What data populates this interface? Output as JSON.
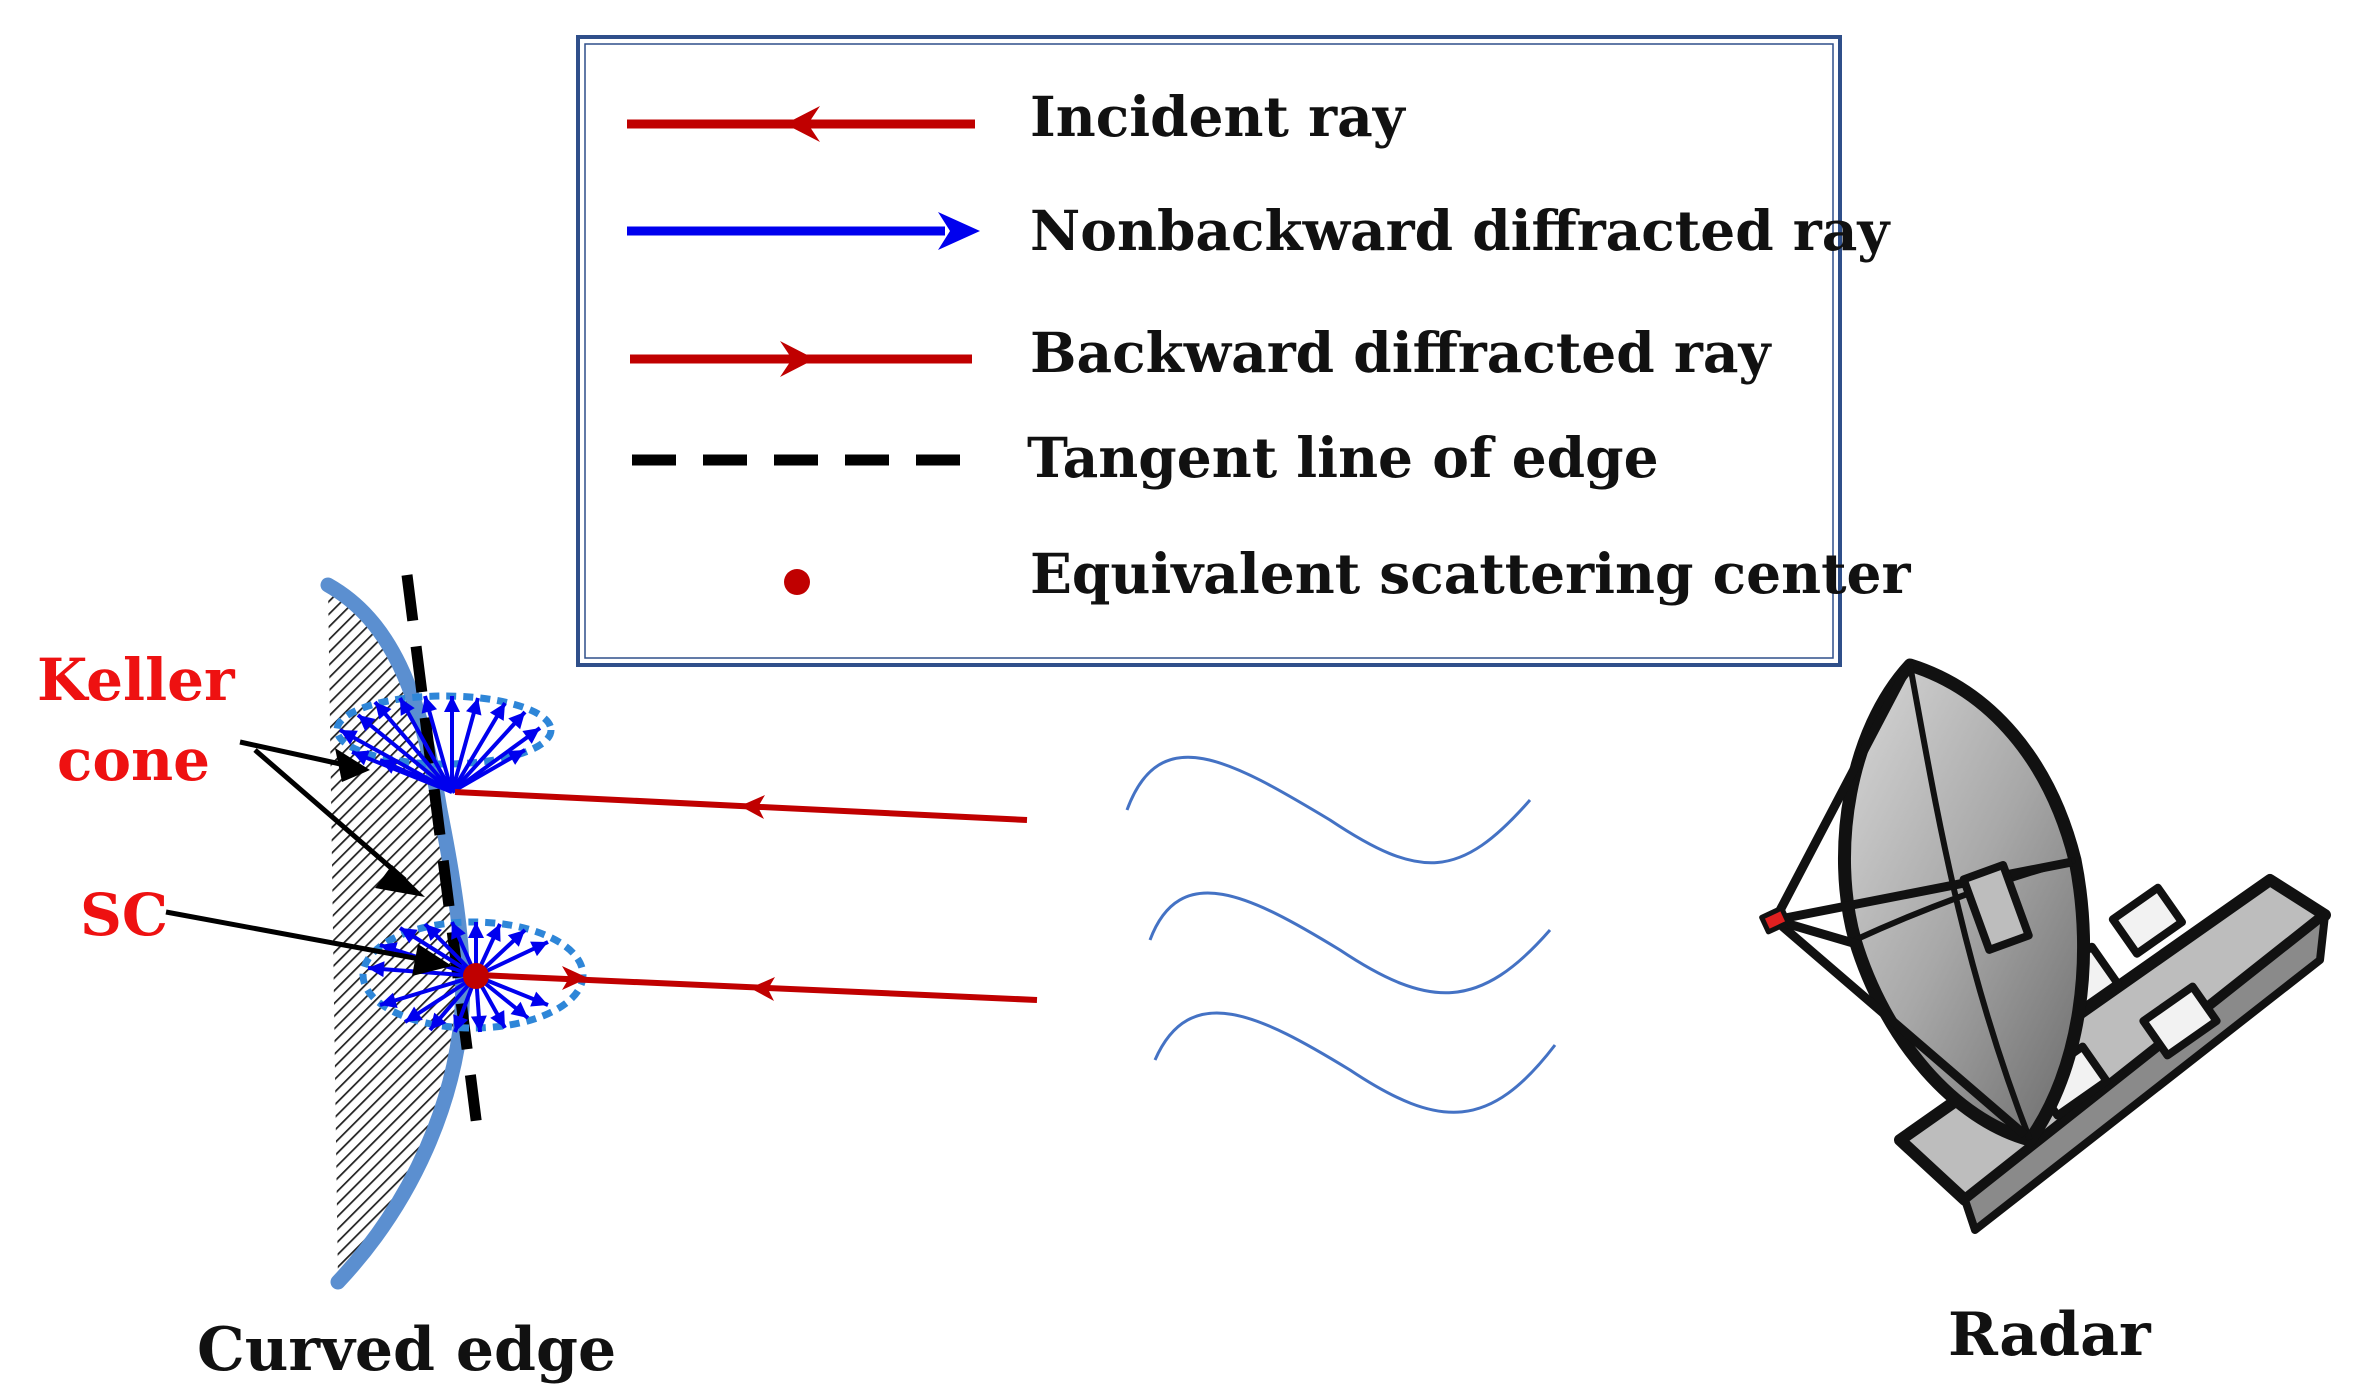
{
  "legend": {
    "items": [
      {
        "label": "Incident ray"
      },
      {
        "label": "Nonbackward diffracted ray"
      },
      {
        "label": "Backward diffracted ray"
      },
      {
        "label": "Tangent line of edge"
      },
      {
        "label": "Equivalent scattering center"
      }
    ]
  },
  "labels": {
    "keller_line1": "Keller",
    "keller_line2": "cone",
    "sc": "SC",
    "curved_edge": "Curved edge",
    "radar": "Radar"
  },
  "colors": {
    "red_ray": "#c00000",
    "blue_ray": "#0000ee",
    "edge": "#5b8fd0",
    "label_red": "#ee1111",
    "legend_border": "#2f4f8a",
    "wave": "#4472c4"
  }
}
